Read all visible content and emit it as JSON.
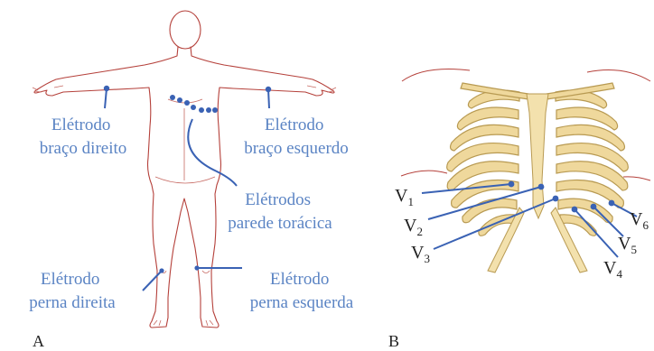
{
  "panels": {
    "a": {
      "letter": "A",
      "labels": {
        "right_arm": [
          "Elétrodo",
          "braço direito"
        ],
        "left_arm": [
          "Elétrodo",
          "braço esquerdo"
        ],
        "chest": [
          "Elétrodos",
          "parede torácica"
        ],
        "right_leg": [
          "Elétrodo",
          "perna direita"
        ],
        "left_leg": [
          "Elétrodo",
          "perna esquerda"
        ]
      }
    },
    "b": {
      "letter": "B",
      "leads": [
        {
          "base": "V",
          "sub": "1"
        },
        {
          "base": "V",
          "sub": "2"
        },
        {
          "base": "V",
          "sub": "3"
        },
        {
          "base": "V",
          "sub": "4"
        },
        {
          "base": "V",
          "sub": "5"
        },
        {
          "base": "V",
          "sub": "6"
        }
      ]
    }
  },
  "colors": {
    "label_blue": "#5b84c4",
    "lead_blue": "#3a62b4",
    "body_outline": "#b5413b",
    "bone_fill": "#efd89c"
  }
}
